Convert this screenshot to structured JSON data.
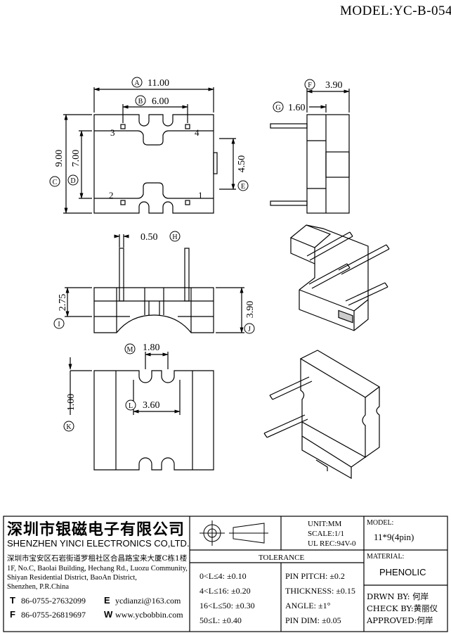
{
  "header": {
    "model_title": "MODEL:YC-B-054"
  },
  "dimensions": {
    "A": {
      "marker": "A",
      "value": "11.00"
    },
    "B": {
      "marker": "B",
      "value": "6.00"
    },
    "C": {
      "marker": "C",
      "value": "9.00"
    },
    "D": {
      "marker": "D",
      "value": "7.00"
    },
    "E": {
      "marker": "E",
      "value": "4.50"
    },
    "F": {
      "marker": "F",
      "value": "3.90"
    },
    "G": {
      "marker": "G",
      "value": "1.60"
    },
    "H": {
      "marker": "H",
      "value": "0.50"
    },
    "I": {
      "marker": "I",
      "value": "2.75"
    },
    "J": {
      "marker": "J",
      "value": "3.90"
    },
    "K": {
      "marker": "K",
      "value": "1.00"
    },
    "L": {
      "marker": "L",
      "value": "3.60"
    },
    "M": {
      "marker": "M",
      "value": "1.80"
    }
  },
  "pins": [
    "1",
    "2",
    "3",
    "4"
  ],
  "company": {
    "name_cn": "深圳市银磁电子有限公司",
    "name_en": "SHENZHEN YINCI ELECTRONICS CO,LTD.",
    "address_cn": "深圳市宝安区石岩街道罗租社区合昌路宝来大厦C栋1楼",
    "address_en_1": "1F, No.C, Baolai Building, Hechang Rd., Luozu Community,",
    "address_en_2": "Shiyan Residential District, BaoAn District,",
    "address_en_3": "Shenzhen, P.R.China",
    "tel_label": "T",
    "tel": "86-0755-27632099",
    "fax_label": "F",
    "fax": "86-0755-26819697",
    "email_label": "E",
    "email": "ycdianzi@163.com",
    "web_label": "W",
    "web": "www.ycbobbin.com"
  },
  "specs": {
    "unit": "UNIT:MM",
    "scale": "SCALE:1/1",
    "ul_rec": "UL REC:94V-0",
    "model_label": "MODEL:",
    "model_value": "11*9(4pin)",
    "material_label": "MATERIAL:",
    "material_value": "PHENOLIC"
  },
  "tolerance": {
    "title": "TOLERANCE",
    "rows": [
      {
        "left": "0<L≤4: ±0.10",
        "right": "PIN PITCH: ±0.2"
      },
      {
        "left": "4<L≤16: ±0.20",
        "right": "THICKNESS: ±0.15"
      },
      {
        "left": "16<L≤50: ±0.30",
        "right": "ANGLE: ±1°"
      },
      {
        "left": "50≤L: ±0.40",
        "right": "PIN DIM: ±0.05"
      }
    ]
  },
  "approvals": {
    "drawn": "DRWN BY: 何岸",
    "check": "CHECK BY:黄丽仪",
    "approved": "APPROVED:何岸"
  }
}
